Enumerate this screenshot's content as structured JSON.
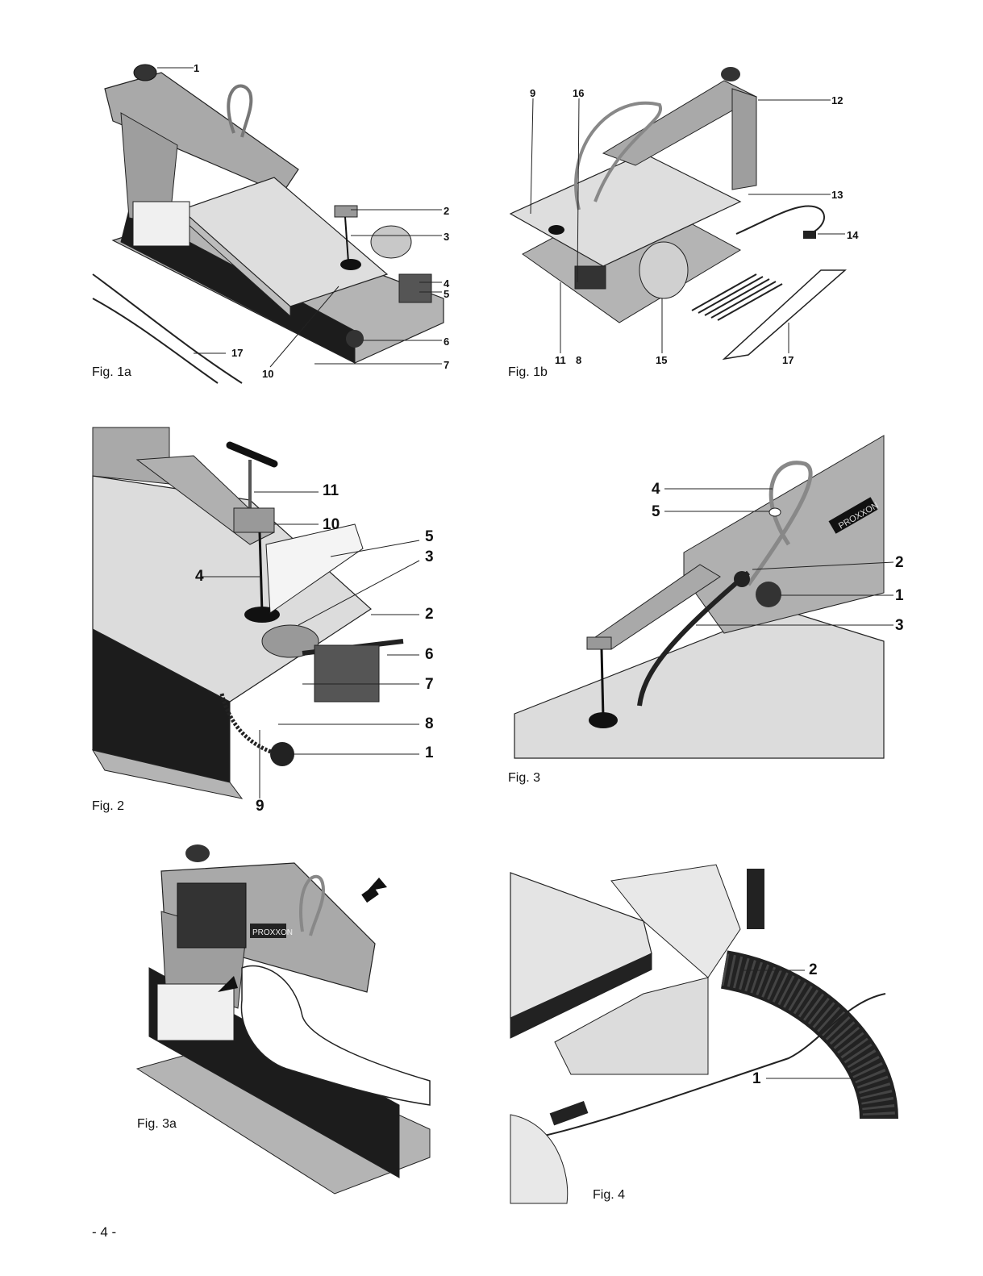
{
  "page_number": "- 4 -",
  "figures": [
    {
      "id": "fig1a",
      "caption": "Fig. 1a",
      "callouts": [
        "1",
        "2",
        "3",
        "4",
        "5",
        "6",
        "7",
        "10",
        "17"
      ]
    },
    {
      "id": "fig1b",
      "caption": "Fig. 1b",
      "callouts": [
        "9",
        "16",
        "12",
        "13",
        "14",
        "11",
        "8",
        "15",
        "17"
      ]
    },
    {
      "id": "fig2",
      "caption": "Fig. 2",
      "callouts": [
        "11",
        "10",
        "5",
        "4",
        "3",
        "2",
        "6",
        "7",
        "8",
        "1",
        "9"
      ]
    },
    {
      "id": "fig3",
      "caption": "Fig. 3",
      "callouts": [
        "4",
        "5",
        "2",
        "1",
        "3"
      ]
    },
    {
      "id": "fig3a",
      "caption": "Fig. 3a",
      "callouts": []
    },
    {
      "id": "fig4",
      "caption": "Fig. 4",
      "callouts": [
        "2",
        "1"
      ]
    }
  ],
  "logo_text": "PROXXON",
  "colors": {
    "body_gray": "#a9a9a9",
    "table_gray": "#dcdcdc",
    "dark": "#1c1c1c",
    "line": "#222222"
  }
}
